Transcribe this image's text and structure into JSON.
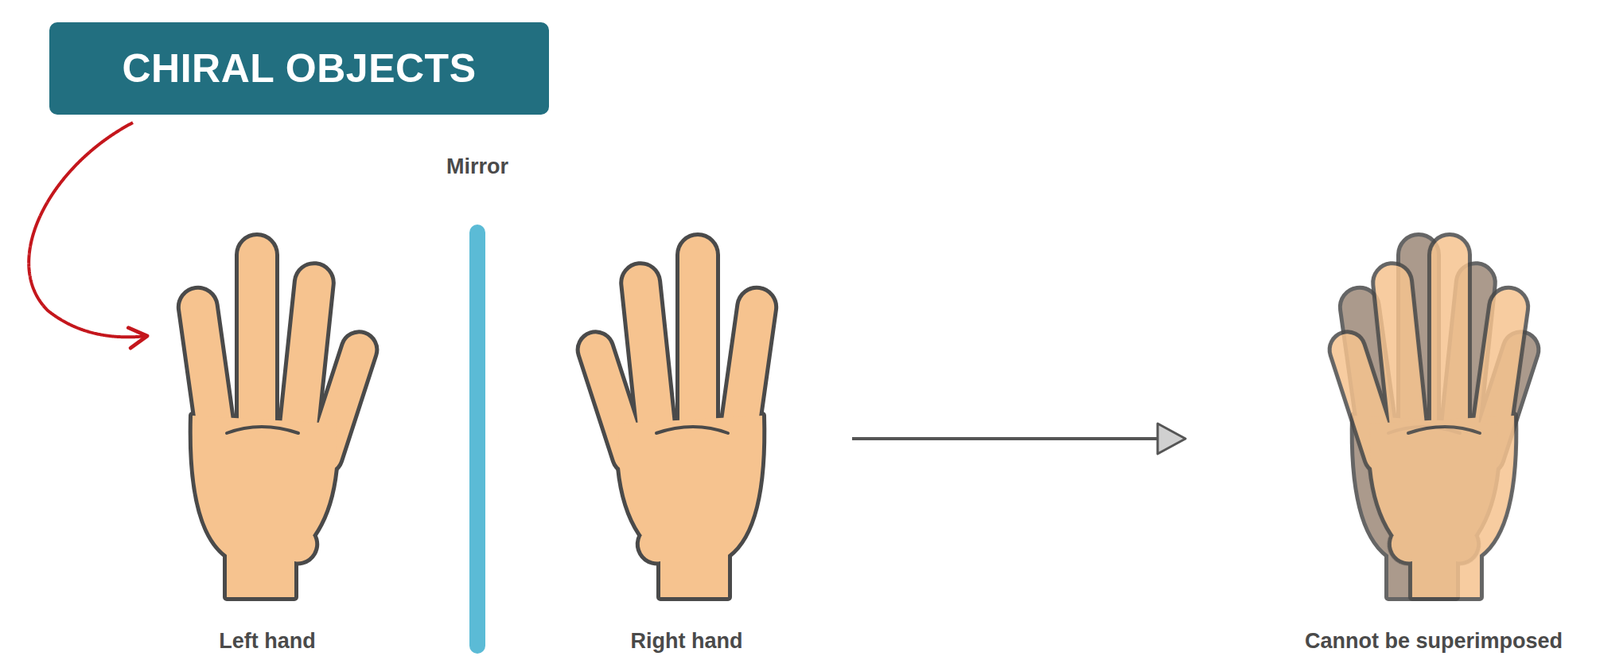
{
  "diagram": {
    "nodes": [
      {
        "text": [
          "CHIRAL OBJECTS"
        ]
      }
    ],
    "labels": [
      "Mirror",
      "Left hand",
      "Right hand",
      "Cannot be superimposed"
    ]
  }
}
